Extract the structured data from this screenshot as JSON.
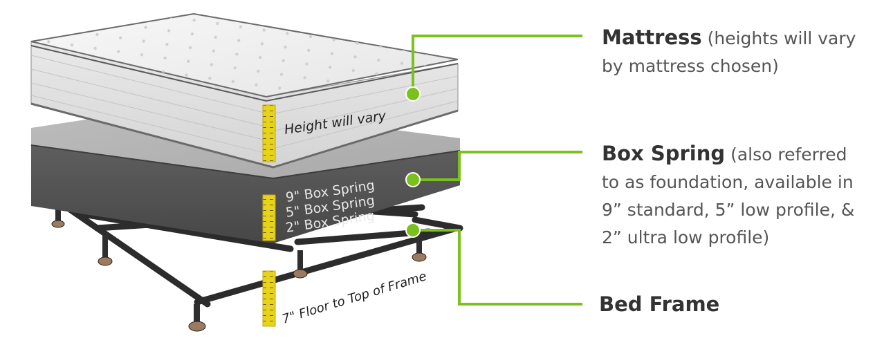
{
  "labels": {
    "mattress": {
      "title": "Mattress",
      "desc_line1": "(heights will vary",
      "desc_line2": "by mattress chosen)"
    },
    "box_spring": {
      "title": "Box Spring",
      "desc_line1": "(also referred",
      "desc_line2": "to as foundation, available in",
      "desc_line3": "9” standard, 5” low profile, &",
      "desc_line4": "2” ultra low profile)"
    },
    "bed_frame": {
      "title": "Bed Frame"
    }
  },
  "image_text": {
    "mattress_height": "Height will vary",
    "box_spring_9": "9\" Box Spring",
    "box_spring_5": "5\" Box Spring",
    "box_spring_2": "2\" Box Spring",
    "frame_height": "7\" Floor to Top of Frame"
  },
  "colors": {
    "accent_green": "#7bc11e",
    "tape_yellow": "#e7d21c",
    "title_text": "#333333",
    "desc_text": "#555555"
  }
}
